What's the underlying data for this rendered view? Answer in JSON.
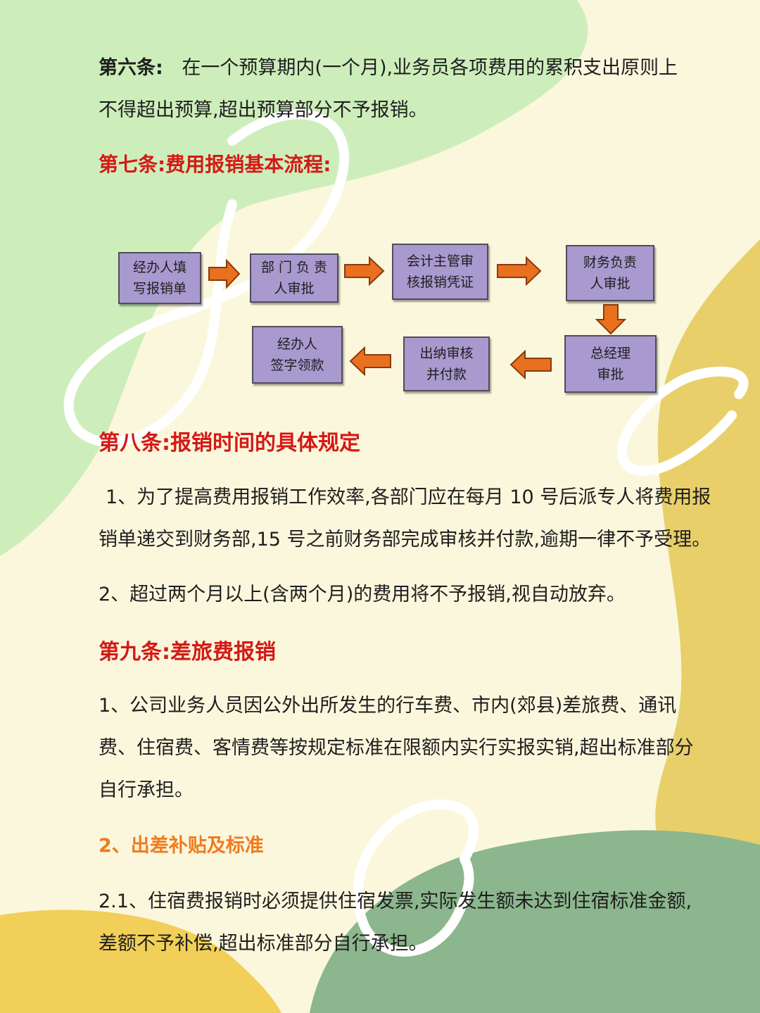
{
  "article6": {
    "label": "第六条:",
    "line1": "在一个预算期内(一个月),业务员各项费用的累积支出原则上",
    "line2": "不得超出预算,超出预算部分不予报销。"
  },
  "article7": {
    "heading": "第七条:费用报销基本流程:"
  },
  "flow": {
    "steps": [
      "经办人填\n写报销单",
      "部 门 负 责\n人审批",
      "会计主管审\n核报销凭证",
      "财务负责\n人审批",
      "总经理\n审批",
      "出纳审核\n并付款",
      "经办人\n签字领款"
    ]
  },
  "article8": {
    "heading_label": "第八条",
    "heading_rest": ":报销时间的具体规定",
    "p1_line1": "1、为了提高费用报销工作效率,各部门应在每月 10 号后派专人将费用报",
    "p1_line2": "销单递交到财务部,15 号之前财务部完成审核并付款,逾期一律不予受理。",
    "p2": "2、超过两个月以上(含两个月)的费用将不予报销,视自动放弃。"
  },
  "article9": {
    "heading": "第九条:差旅费报销",
    "p1_line1": "1、公司业务人员因公外出所发生的行车费、市内(郊县)差旅费、通讯",
    "p1_line2": "费、住宿费、客情费等按规定标准在限额内实行实报实销,超出标准部分",
    "p1_line3": "自行承担。",
    "sub_heading": "2、出差补贴及标准",
    "p2_line1": "2.1、住宿费报销时必须提供住宿发票,实际发生额未达到住宿标准金额,",
    "p2_line2": "差额不予补偿,超出标准部分自行承担。"
  },
  "colors": {
    "background": "#fbf7dd",
    "green_blob": "#cdeebb",
    "yellow_blob": "#e8cf6a",
    "dark_green_blob": "#8cb68d",
    "red_heading": "#d41a16",
    "orange_heading": "#f07b1f",
    "node_fill": "#a899cf",
    "arrow_fill": "#e9701f"
  }
}
